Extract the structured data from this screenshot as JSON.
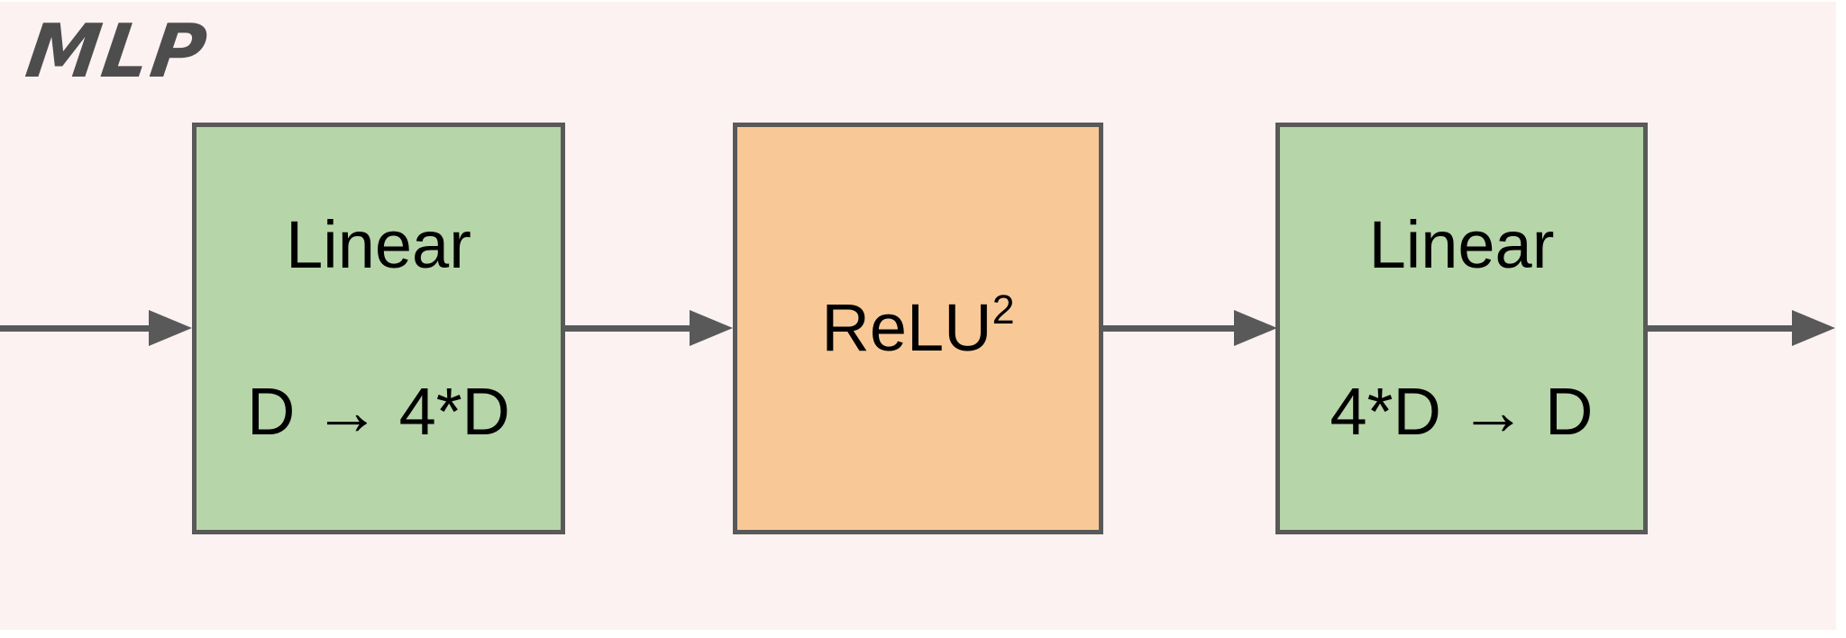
{
  "colors": {
    "page_background": "#ffffff",
    "canvas_background": "#fcf2f1",
    "block_green": "#b6d5a8",
    "block_orange": "#f8c997",
    "stroke": "#595959",
    "title_color": "#4d4d4d",
    "text_color": "#000000"
  },
  "title": {
    "text": "MLP"
  },
  "blocks": [
    {
      "name": "linear-expand",
      "label": "Linear",
      "sublabel": "D → 4*D",
      "fill": "#b6d5a8"
    },
    {
      "name": "activation-relu-squared",
      "label": "ReLU",
      "superscript": "2",
      "fill": "#f8c997"
    },
    {
      "name": "linear-project",
      "label": "Linear",
      "sublabel": "4*D → D",
      "fill": "#b6d5a8"
    }
  ]
}
